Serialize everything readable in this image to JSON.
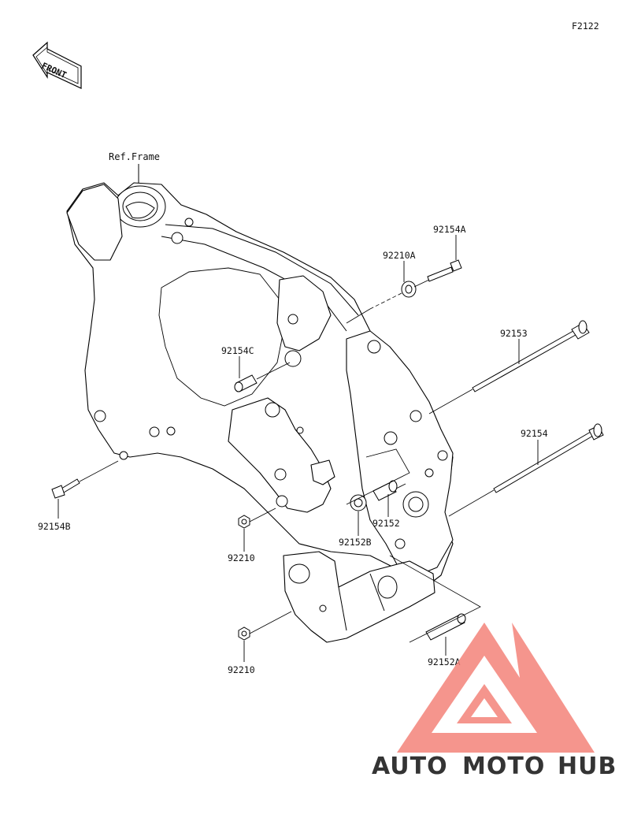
{
  "diagram_code": "F2122",
  "front_arrow_label": "FRONT",
  "ref_label": "Ref.Frame",
  "parts": [
    {
      "id": "92154A"
    },
    {
      "id": "92210A"
    },
    {
      "id": "92153"
    },
    {
      "id": "92154C"
    },
    {
      "id": "92154"
    },
    {
      "id": "92154B"
    },
    {
      "id": "92152"
    },
    {
      "id": "92152B"
    },
    {
      "id": "92210"
    },
    {
      "id": "92210"
    },
    {
      "id": "92152A"
    }
  ],
  "watermark": {
    "part1": "AUTO",
    "part2": "MOTO",
    "part3": "HUB",
    "color_light": "#f6b14a",
    "color_mid": "#f07b6c",
    "color_dark": "#888888",
    "logo_color": "#f4837a"
  }
}
